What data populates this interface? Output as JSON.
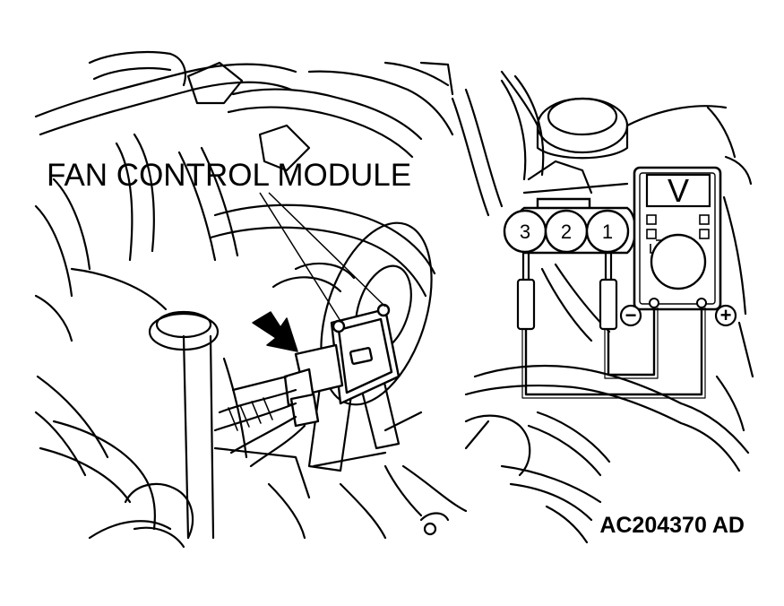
{
  "labels": {
    "component": "FAN CONTROL MODULE",
    "figure_code": "AC204370 AD"
  },
  "connector": {
    "pins": [
      "3",
      "2",
      "1"
    ]
  },
  "voltmeter": {
    "unit_symbol": "V",
    "negative_symbol": "−",
    "positive_symbol": "+"
  },
  "colors": {
    "ink": "#000000",
    "paper": "#ffffff"
  }
}
